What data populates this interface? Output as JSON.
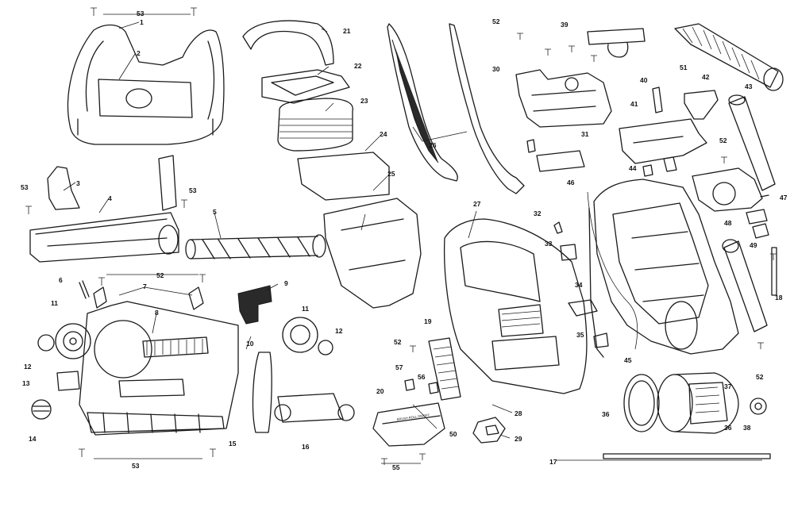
{
  "colors": {
    "line": "#1a1a1a",
    "background": "#ffffff"
  },
  "callouts": [
    {
      "id": "c1",
      "text": "1"
    },
    {
      "id": "c2",
      "text": "2"
    },
    {
      "id": "c3",
      "text": "3"
    },
    {
      "id": "c4",
      "text": "4"
    },
    {
      "id": "c5",
      "text": "5"
    },
    {
      "id": "c6",
      "text": "6"
    },
    {
      "id": "c7",
      "text": "7"
    },
    {
      "id": "c8",
      "text": "8"
    },
    {
      "id": "c9",
      "text": "9"
    },
    {
      "id": "c10",
      "text": "10"
    },
    {
      "id": "c11a",
      "text": "11"
    },
    {
      "id": "c11b",
      "text": "11"
    },
    {
      "id": "c12a",
      "text": "12"
    },
    {
      "id": "c12b",
      "text": "12"
    },
    {
      "id": "c13",
      "text": "13"
    },
    {
      "id": "c14",
      "text": "14"
    },
    {
      "id": "c15",
      "text": "15"
    },
    {
      "id": "c16",
      "text": "16"
    },
    {
      "id": "c17",
      "text": "17"
    },
    {
      "id": "c18",
      "text": "18"
    },
    {
      "id": "c19",
      "text": "19"
    },
    {
      "id": "c20",
      "text": "20"
    },
    {
      "id": "c21",
      "text": "21"
    },
    {
      "id": "c22",
      "text": "22"
    },
    {
      "id": "c23",
      "text": "23"
    },
    {
      "id": "c24",
      "text": "24"
    },
    {
      "id": "c25",
      "text": "25"
    },
    {
      "id": "c26",
      "text": "26"
    },
    {
      "id": "c27",
      "text": "27"
    },
    {
      "id": "c28",
      "text": "28"
    },
    {
      "id": "c29",
      "text": "29"
    },
    {
      "id": "c30",
      "text": "30"
    },
    {
      "id": "c31",
      "text": "31"
    },
    {
      "id": "c32",
      "text": "32"
    },
    {
      "id": "c33",
      "text": "33"
    },
    {
      "id": "c34",
      "text": "34"
    },
    {
      "id": "c35",
      "text": "35"
    },
    {
      "id": "c36a",
      "text": "36"
    },
    {
      "id": "c36b",
      "text": "36"
    },
    {
      "id": "c37",
      "text": "37"
    },
    {
      "id": "c38",
      "text": "38"
    },
    {
      "id": "c39",
      "text": "39"
    },
    {
      "id": "c40",
      "text": "40"
    },
    {
      "id": "c41",
      "text": "41"
    },
    {
      "id": "c42",
      "text": "42"
    },
    {
      "id": "c43",
      "text": "43"
    },
    {
      "id": "c44",
      "text": "44"
    },
    {
      "id": "c45",
      "text": "45"
    },
    {
      "id": "c46",
      "text": "46"
    },
    {
      "id": "c47",
      "text": "47"
    },
    {
      "id": "c48",
      "text": "48"
    },
    {
      "id": "c49",
      "text": "49"
    },
    {
      "id": "c50",
      "text": "50"
    },
    {
      "id": "c51",
      "text": "51"
    },
    {
      "id": "c52a",
      "text": "52"
    },
    {
      "id": "c52b",
      "text": "52"
    },
    {
      "id": "c52c",
      "text": "52"
    },
    {
      "id": "c52d",
      "text": "52"
    },
    {
      "id": "c52e",
      "text": "52"
    },
    {
      "id": "c53a",
      "text": "53"
    },
    {
      "id": "c53b",
      "text": "53"
    },
    {
      "id": "c53c",
      "text": "53"
    },
    {
      "id": "c53d",
      "text": "53"
    },
    {
      "id": "c55",
      "text": "55"
    },
    {
      "id": "c56",
      "text": "56"
    },
    {
      "id": "c57",
      "text": "57"
    }
  ],
  "printed_text": {
    "handle_decal": "BRUSH ROLL ON/OFF"
  }
}
